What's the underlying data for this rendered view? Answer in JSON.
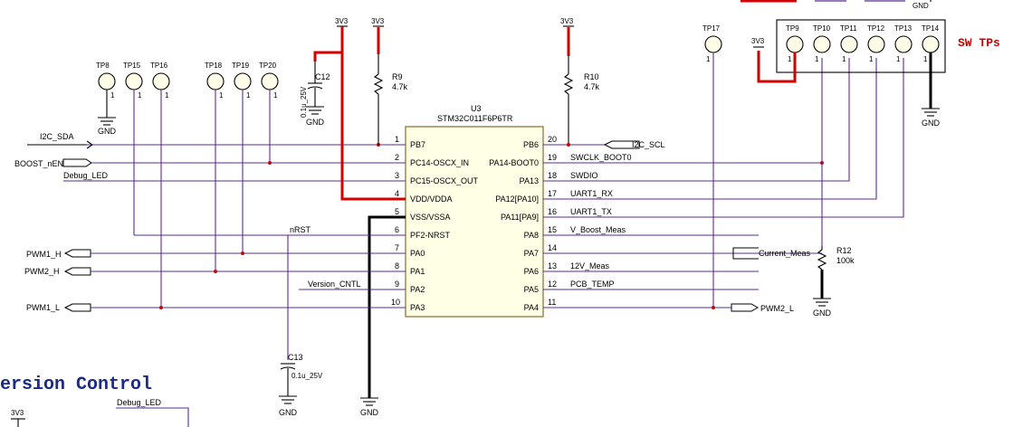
{
  "ic": {
    "ref": "U3",
    "part": "STM32C011F6P6TR",
    "left_pins": [
      {
        "num": "1",
        "name": "PB7"
      },
      {
        "num": "2",
        "name": "PC14-OSCX_IN"
      },
      {
        "num": "3",
        "name": "PC15-OSCX_OUT"
      },
      {
        "num": "4",
        "name": "VDD/VDDA"
      },
      {
        "num": "5",
        "name": "VSS/VSSA"
      },
      {
        "num": "6",
        "name": "PF2-NRST"
      },
      {
        "num": "7",
        "name": "PA0"
      },
      {
        "num": "8",
        "name": "PA1"
      },
      {
        "num": "9",
        "name": "PA2"
      },
      {
        "num": "10",
        "name": "PA3"
      }
    ],
    "right_pins": [
      {
        "num": "20",
        "name": "PB6"
      },
      {
        "num": "19",
        "name": "PA14-BOOT0"
      },
      {
        "num": "18",
        "name": "PA13"
      },
      {
        "num": "17",
        "name": "PA12[PA10]"
      },
      {
        "num": "16",
        "name": "PA11[PA9]"
      },
      {
        "num": "15",
        "name": "PA8"
      },
      {
        "num": "14",
        "name": "PA7"
      },
      {
        "num": "13",
        "name": "PA6"
      },
      {
        "num": "12",
        "name": "PA5"
      },
      {
        "num": "11",
        "name": "PA4"
      }
    ]
  },
  "left_nets": {
    "i2c_sda": "I2C_SDA",
    "boost_nen": "BOOST_nEN",
    "debug_led": "Debug_LED",
    "nrst": "nRST",
    "pwm1_h": "PWM1_H",
    "pwm2_h": "PWM2_H",
    "version_cntl": "Version_CNTL",
    "pwm1_l": "PWM1_L"
  },
  "right_nets": {
    "i2c_scl": "I2C_SCL",
    "swclk_boot0": "SWCLK_BOOT0",
    "swdio": "SWDIO",
    "uart1_rx": "UART1_RX",
    "uart1_tx": "UART1_TX",
    "v_boost_meas": "V_Boost_Meas",
    "current_meas": "Current_Meas",
    "v12_meas": "12V_Meas",
    "pcb_temp": "PCB_TEMP",
    "pwm2_l": "PWM2_L"
  },
  "testpoints": {
    "tp8": "TP8",
    "tp15": "TP15",
    "tp16": "TP16",
    "tp18": "TP18",
    "tp19": "TP19",
    "tp20": "TP20",
    "tp17": "TP17",
    "tp9": "TP9",
    "tp10": "TP10",
    "tp11": "TP11",
    "tp12": "TP12",
    "tp13": "TP13",
    "tp14": "TP14",
    "pin": "1"
  },
  "components": {
    "c12_ref": "C12",
    "c12_val": "0.1u_25V",
    "c13_ref": "C13",
    "c13_val": "0.1u_25V",
    "r9_ref": "R9",
    "r9_val": "4.7k",
    "r10_ref": "R10",
    "r10_val": "4.7k",
    "r12_ref": "R12",
    "r12_val": "100k"
  },
  "power": {
    "v33": "3V3",
    "gnd": "GND"
  },
  "titles": {
    "sw_tps": "SW TPs",
    "version_control": "ersion Control",
    "debug_led_bottom": "Debug_LED"
  }
}
